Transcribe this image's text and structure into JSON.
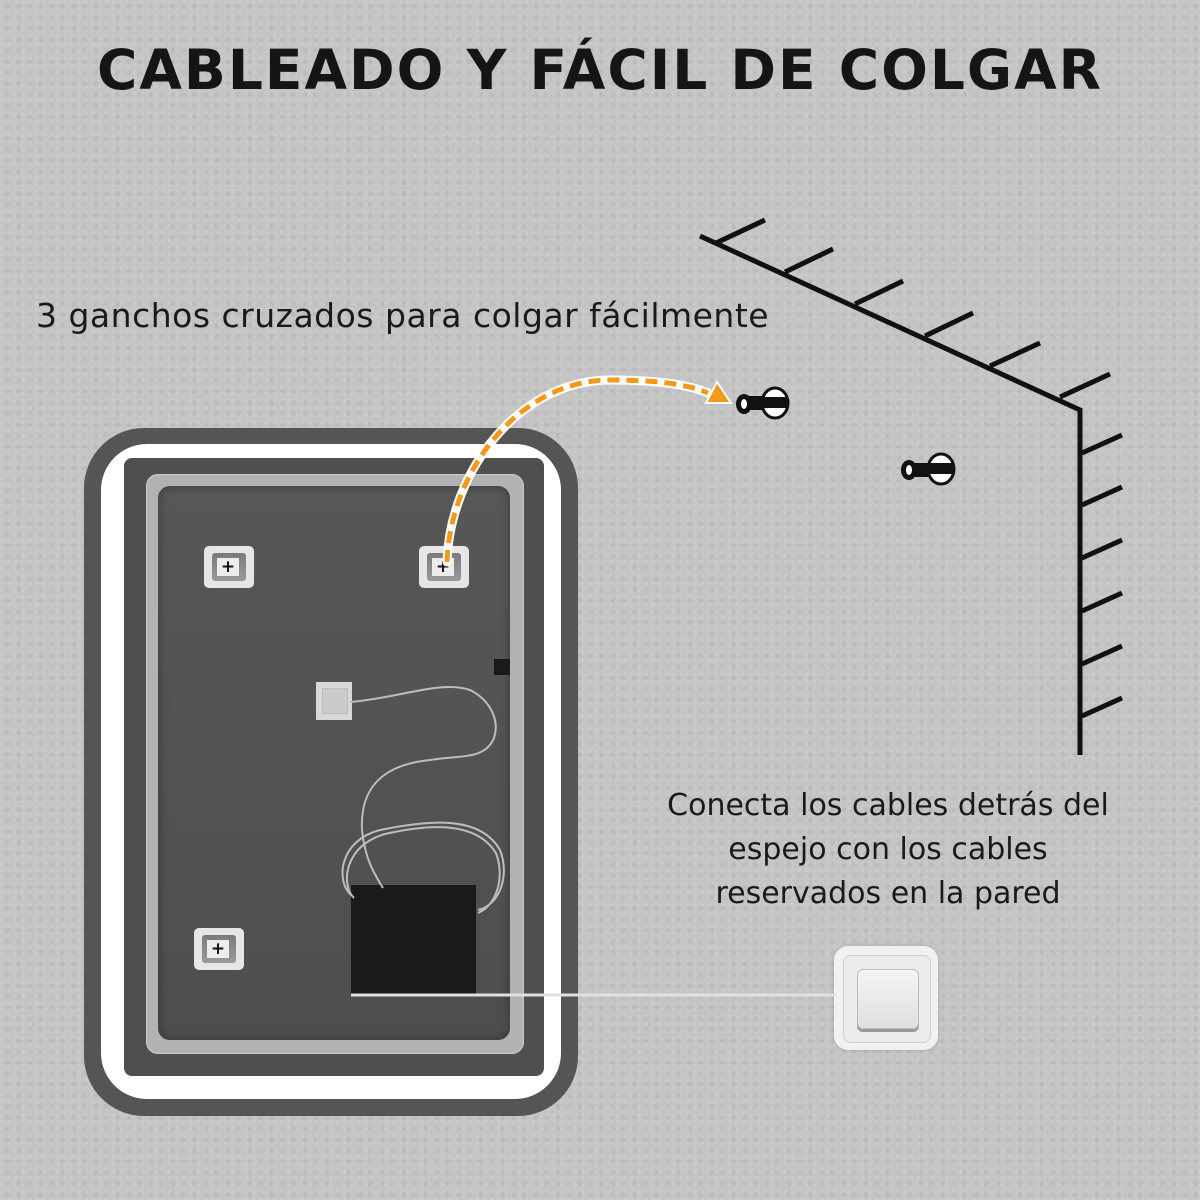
{
  "title": "CABLEADO Y FÁCIL DE COLGAR",
  "captions": {
    "hooks": "3 ganchos cruzados para colgar fácilmente",
    "cables": [
      "Conecta los cables detrás del",
      "espejo con los cables",
      "reservados en la pared"
    ]
  },
  "colors": {
    "background": "#c4c4c4",
    "accent_arrow": "#f39a1c",
    "mirror_frame": "#555555",
    "led_strip": "#ffffff",
    "text": "#151515"
  },
  "illustration": {
    "mirror_hooks": [
      {
        "name": "hook-top-left",
        "symbol": "+"
      },
      {
        "name": "hook-top-right",
        "symbol": "+"
      },
      {
        "name": "hook-bottom-left",
        "symbol": "+"
      }
    ],
    "wall_screws": 2,
    "icons": [
      "screw-icon",
      "wall-switch-icon",
      "arrow-triangle-icon",
      "wall-corner-hatch"
    ]
  }
}
